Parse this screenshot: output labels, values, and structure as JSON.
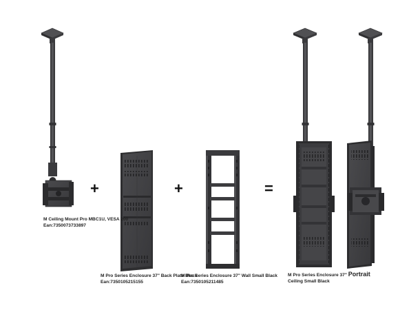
{
  "products": [
    {
      "line1": "M Ceiling Mount Pro MBC1U, VESA 200",
      "line2": "Ean:7350073733897"
    },
    {
      "line1": "M Pro Series Enclosure 37\" Back Plate Black",
      "line2": "Ean:7350105215155"
    },
    {
      "line1": "M Pro Series Enclosure 37\" Wall Small Black",
      "line2": "Ean:7350105211485"
    },
    {
      "line1_a": "M Pro Series Enclosure 37\" ",
      "line1_b": "Portrait",
      "line2": "Ceiling Small Black"
    }
  ],
  "operators": {
    "plus1": "+",
    "plus2": "+",
    "equals": "="
  },
  "colors": {
    "metal": "#3f3f41",
    "metal_dark": "#2a2a2c",
    "metal_light": "#5a5a5d",
    "background": "#ffffff"
  }
}
